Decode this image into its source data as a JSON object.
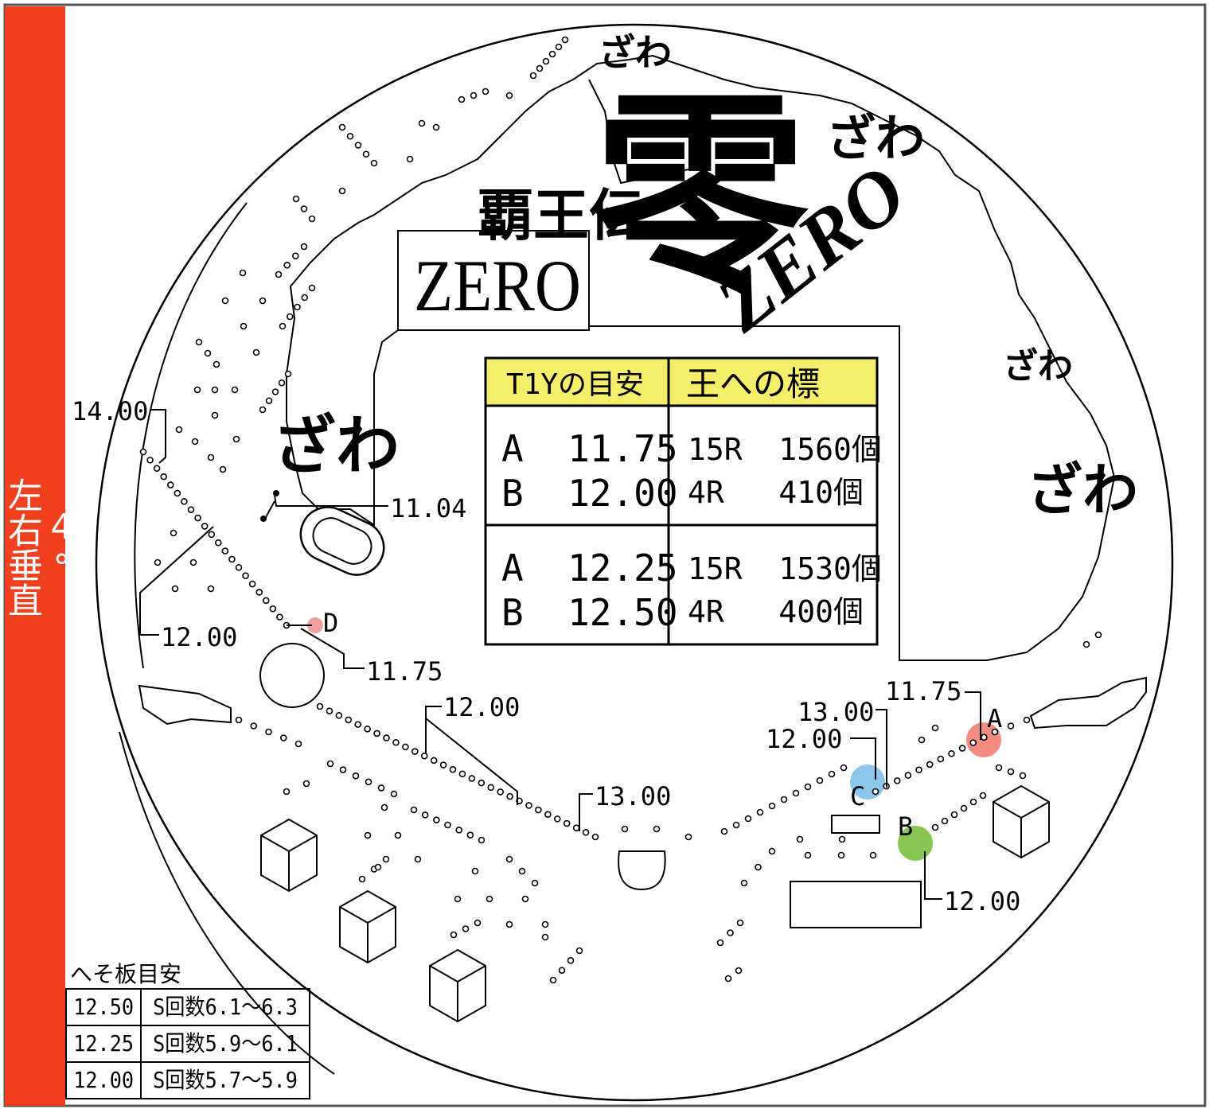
{
  "sidebar": {
    "angle": "4°",
    "text": "左右垂直",
    "color": "#f04020"
  },
  "brand": {
    "title_small": "覇王伝",
    "title_big": "零",
    "logo_box": "ZERO",
    "logo_italic": "ZERO"
  },
  "zawa": [
    "ざわ",
    "ざわ",
    "ざわ",
    "ざわ",
    "ざわ"
  ],
  "table": {
    "header": [
      "T1Yの目安",
      "王への標"
    ],
    "header_color": "#f5ee6a",
    "rows": [
      {
        "left": [
          "A  11.75",
          "B  12.00"
        ],
        "right": [
          "15R  1560個",
          "4R   410個"
        ]
      },
      {
        "left": [
          "A  12.25",
          "B  12.50"
        ],
        "right": [
          "15R  1530個",
          "4R   400個"
        ]
      }
    ]
  },
  "labels": {
    "l1400": "14.00",
    "l1104": "11.04",
    "l1200_left": "12.00",
    "l1175_left": "11.75",
    "l1200_mid": "12.00",
    "l1300_mid": "13.00",
    "l1175_right": "11.75",
    "l1300_right": "13.00",
    "l1200_right_top": "12.00",
    "l1200_right_bottom": "12.00",
    "pt_a": "A",
    "pt_b": "B",
    "pt_c": "C",
    "pt_d": "D"
  },
  "point_colors": {
    "A": "#f08070",
    "B": "#7ac040",
    "C": "#80c0e8",
    "D": "#f0a0a0"
  },
  "legend": {
    "title": "へそ板目安",
    "rows": [
      [
        "12.50",
        "S回数6.1～6.3"
      ],
      [
        "12.25",
        "S回数5.9～6.1"
      ],
      [
        "12.00",
        "S回数5.7～5.9"
      ]
    ]
  }
}
